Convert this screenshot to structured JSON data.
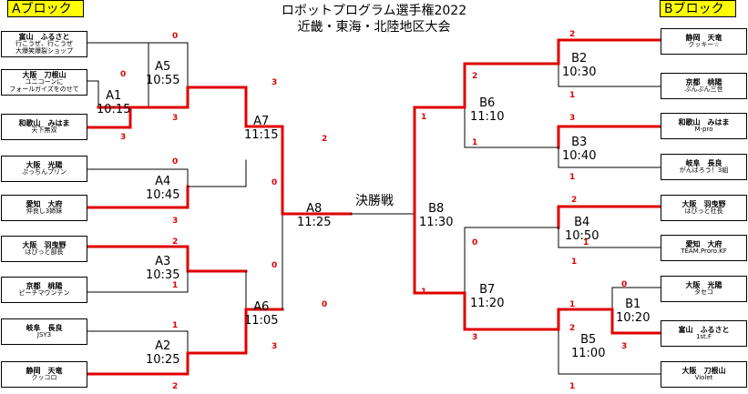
{
  "header": {
    "block_a": "Aブロック",
    "block_b": "Bブロック",
    "title_line1": "ロボットプログラム選手権2022",
    "title_line2": "近畿・東海・北陸地区大会"
  },
  "final_label": "決勝戦",
  "teams": [
    {
      "id": "a1",
      "name": "富山　ふるさと",
      "sub1": "行こうぜ、行こうぜ",
      "sub2": "大爆笑爆裂ショップ"
    },
    {
      "id": "a2",
      "name": "大阪　刀根山",
      "sub1": "ユニコーンに",
      "sub2": "フォールガイズをのせて"
    },
    {
      "id": "a3",
      "name": "和歌山　みはま",
      "sub1": "天下無双",
      "sub2": ""
    },
    {
      "id": "a4",
      "name": "大阪　光陽",
      "sub1": "ぷっちんプリン",
      "sub2": ""
    },
    {
      "id": "a5",
      "name": "愛知　大府",
      "sub1": "仲良し3姉妹",
      "sub2": ""
    },
    {
      "id": "a6",
      "name": "大阪　羽曳野",
      "sub1": "はぴっと部長",
      "sub2": ""
    },
    {
      "id": "a7",
      "name": "京都　桃陽",
      "sub1": "ピーチマウンテン",
      "sub2": ""
    },
    {
      "id": "a8",
      "name": "岐阜　長良",
      "sub1": "JSY3",
      "sub2": ""
    },
    {
      "id": "a9",
      "name": "静岡　天竜",
      "sub1": "クッコロ",
      "sub2": ""
    },
    {
      "id": "b1",
      "name": "静岡　天竜",
      "sub1": "クッキー☆",
      "sub2": ""
    },
    {
      "id": "b2",
      "name": "京都　桃陽",
      "sub1": "ぶんぶん三世",
      "sub2": ""
    },
    {
      "id": "b3",
      "name": "和歌山　みはま",
      "sub1": "M-pro",
      "sub2": ""
    },
    {
      "id": "b4",
      "name": "岐阜　長良",
      "sub1": "がんばろう！3組",
      "sub2": ""
    },
    {
      "id": "b5",
      "name": "大阪　羽曳野",
      "sub1": "はぴっと社長",
      "sub2": ""
    },
    {
      "id": "b6",
      "name": "愛知　大府",
      "sub1": "TEAM.Proro.KF",
      "sub2": ""
    },
    {
      "id": "b7",
      "name": "大阪　光陽",
      "sub1": "タセコ",
      "sub2": ""
    },
    {
      "id": "b8",
      "name": "富山　ふるさと",
      "sub1": "1st.F",
      "sub2": ""
    },
    {
      "id": "b9",
      "name": "大阪　刀根山",
      "sub1": "Violet",
      "sub2": ""
    }
  ],
  "matches": [
    {
      "id": "A1",
      "label": "A1",
      "time": "10:15"
    },
    {
      "id": "A2",
      "label": "A2",
      "time": "10:25"
    },
    {
      "id": "A3",
      "label": "A3",
      "time": "10:35"
    },
    {
      "id": "A4",
      "label": "A4",
      "time": "10:45"
    },
    {
      "id": "A5",
      "label": "A5",
      "time": "10:55"
    },
    {
      "id": "A6",
      "label": "A6",
      "time": "11:05"
    },
    {
      "id": "A7",
      "label": "A7",
      "time": "11:15"
    },
    {
      "id": "A8",
      "label": "A8",
      "time": "11:25"
    },
    {
      "id": "B1",
      "label": "B1",
      "time": "10:20"
    },
    {
      "id": "B2",
      "label": "B2",
      "time": "10:30"
    },
    {
      "id": "B3",
      "label": "B3",
      "time": "10:40"
    },
    {
      "id": "B4",
      "label": "B4",
      "time": "10:50"
    },
    {
      "id": "B5",
      "label": "B5",
      "time": "11:00"
    },
    {
      "id": "B6",
      "label": "B6",
      "time": "11:10"
    },
    {
      "id": "B7",
      "label": "B7",
      "time": "11:20"
    },
    {
      "id": "B8",
      "label": "B8",
      "time": "11:30"
    }
  ],
  "scores": [
    {
      "id": "s1",
      "value": "0"
    },
    {
      "id": "s2",
      "value": "0"
    },
    {
      "id": "s3",
      "value": "3"
    },
    {
      "id": "s4",
      "value": "3"
    },
    {
      "id": "s5",
      "value": "3"
    },
    {
      "id": "s6",
      "value": "0"
    },
    {
      "id": "s7",
      "value": "0"
    },
    {
      "id": "s8",
      "value": "3"
    },
    {
      "id": "s9",
      "value": "2"
    },
    {
      "id": "s10",
      "value": "1"
    },
    {
      "id": "s11",
      "value": "1"
    },
    {
      "id": "s12",
      "value": "2"
    },
    {
      "id": "s13",
      "value": "2"
    },
    {
      "id": "s14",
      "value": "0"
    },
    {
      "id": "s15",
      "value": "0"
    },
    {
      "id": "s16",
      "value": "3"
    },
    {
      "id": "s17",
      "value": "2"
    },
    {
      "id": "s18",
      "value": "1"
    },
    {
      "id": "s19",
      "value": "3"
    },
    {
      "id": "s20",
      "value": "1"
    },
    {
      "id": "s21",
      "value": "2"
    },
    {
      "id": "s22",
      "value": "1"
    },
    {
      "id": "s23",
      "value": "2"
    },
    {
      "id": "s24",
      "value": "1"
    },
    {
      "id": "s25",
      "value": "1"
    },
    {
      "id": "s26",
      "value": "0"
    },
    {
      "id": "s27",
      "value": "1"
    },
    {
      "id": "s28",
      "value": "3"
    },
    {
      "id": "s29",
      "value": "0"
    },
    {
      "id": "s30",
      "value": "3"
    },
    {
      "id": "s31",
      "value": "1"
    },
    {
      "id": "s32",
      "value": "2"
    },
    {
      "id": "s33",
      "value": "1"
    },
    {
      "id": "s34",
      "value": "1"
    }
  ],
  "colors": {
    "winner_line": "#e00000",
    "loser_line": "#000000",
    "block_label_bg": "#ffff00"
  }
}
